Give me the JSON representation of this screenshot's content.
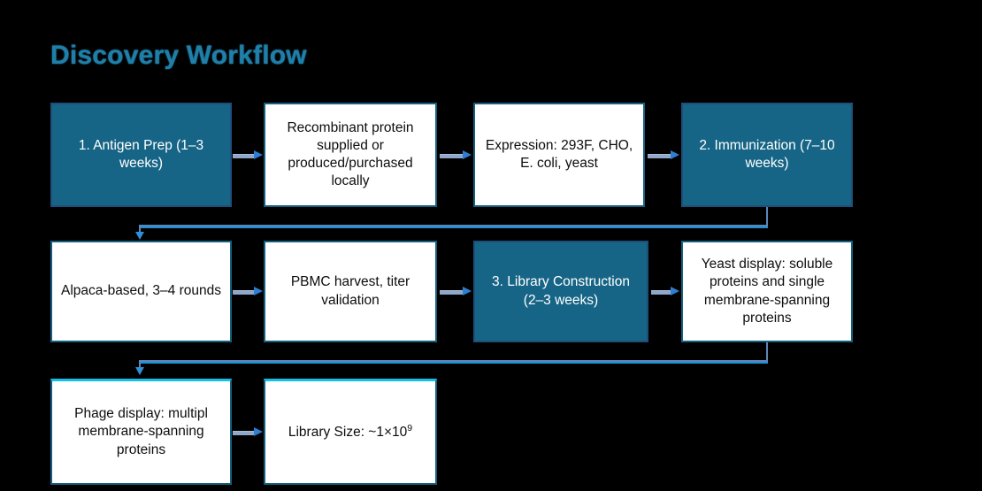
{
  "diagram": {
    "title": "Discovery Workflow",
    "theme": {
      "background": "#000000",
      "title_color": "#1f7fa8",
      "accent_teal": "#176586",
      "box_border": "#15607f",
      "highlight_cyan": "#0fc2e8",
      "arrow_shaft": "#8fa7c8",
      "arrow_head": "#2f7fd0",
      "connector": "#5b87b8"
    },
    "rows": [
      {
        "nodes": [
          {
            "id": "antigen-prep",
            "style": "teal",
            "text": "1. Antigen Prep (1–3 weeks)"
          },
          {
            "id": "recombinant",
            "style": "white",
            "text": "Recombinant protein supplied or produced/purchased locally"
          },
          {
            "id": "expression",
            "style": "white",
            "text": "Expression: 293F, CHO, E. coli, yeast"
          },
          {
            "id": "immunization",
            "style": "teal",
            "text": "2. Immunization (7–10 weeks)"
          }
        ]
      },
      {
        "nodes": [
          {
            "id": "alpaca",
            "style": "white",
            "text": "Alpaca-based, 3–4 rounds"
          },
          {
            "id": "pbmc",
            "style": "white",
            "text": "PBMC harvest, titer validation"
          },
          {
            "id": "library-construction",
            "style": "teal",
            "text": "3. Library Construction (2–3 weeks)"
          },
          {
            "id": "yeast-display",
            "style": "white",
            "text": "Yeast display: soluble proteins and single membrane-spanning proteins"
          }
        ]
      },
      {
        "nodes": [
          {
            "id": "phage-display",
            "style": "white",
            "text": "Phage display: multipl membrane-spanning proteins"
          },
          {
            "id": "library-size",
            "style": "white",
            "text_html": "Library Size: ~1×10",
            "superscript": "9"
          }
        ]
      }
    ]
  }
}
